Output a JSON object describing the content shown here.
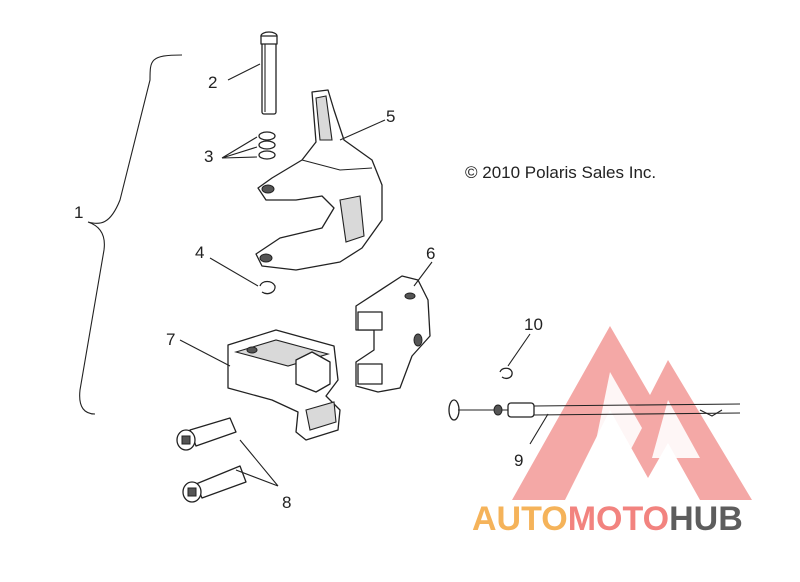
{
  "copyright": "© 2010 Polaris Sales Inc.",
  "callouts": [
    {
      "id": "1",
      "label": "1"
    },
    {
      "id": "2",
      "label": "2"
    },
    {
      "id": "3",
      "label": "3"
    },
    {
      "id": "4",
      "label": "4"
    },
    {
      "id": "5",
      "label": "5"
    },
    {
      "id": "6",
      "label": "6"
    },
    {
      "id": "7",
      "label": "7"
    },
    {
      "id": "8",
      "label": "8"
    },
    {
      "id": "9",
      "label": "9"
    },
    {
      "id": "10",
      "label": "10"
    }
  ],
  "watermark": {
    "part1": "AUTO",
    "part2": "MOTO",
    "part3": "HUB",
    "colors": {
      "auto": "#f5b35a",
      "moto": "#f2837f",
      "hub": "#5d5d5d",
      "logo": "#f39a97"
    }
  }
}
